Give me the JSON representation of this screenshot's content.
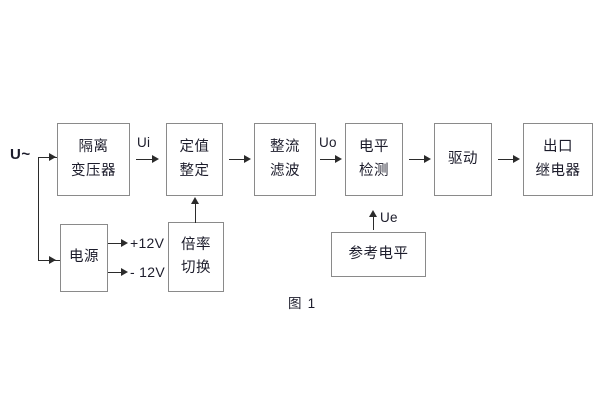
{
  "figure": {
    "caption": "图 1",
    "input_label": "U~"
  },
  "blocks": {
    "isolation_transformer": {
      "line1": "隔离",
      "line2": "变压器"
    },
    "setting_value": {
      "line1": "定值",
      "line2": "整定"
    },
    "rectify_filter": {
      "line1": "整流",
      "line2": "滤波"
    },
    "level_detect": {
      "line1": "电平",
      "line2": "检测"
    },
    "drive": {
      "line1": "驱动"
    },
    "output_relay": {
      "line1": "出口",
      "line2": "继电器"
    },
    "power_supply": {
      "line1": "电源"
    },
    "multiplier_switch": {
      "line1": "倍率",
      "line2": "切换"
    },
    "reference_level": {
      "line1": "参考电平"
    }
  },
  "signals": {
    "ui": "Ui",
    "uo": "Uo",
    "ue": "Ue",
    "pos12v": "+12V",
    "neg12v": "- 12V"
  },
  "colors": {
    "block_border": "#8a8a8a",
    "connector": "#2b2b2b",
    "text": "#1c1c2b",
    "background": "#ffffff"
  }
}
